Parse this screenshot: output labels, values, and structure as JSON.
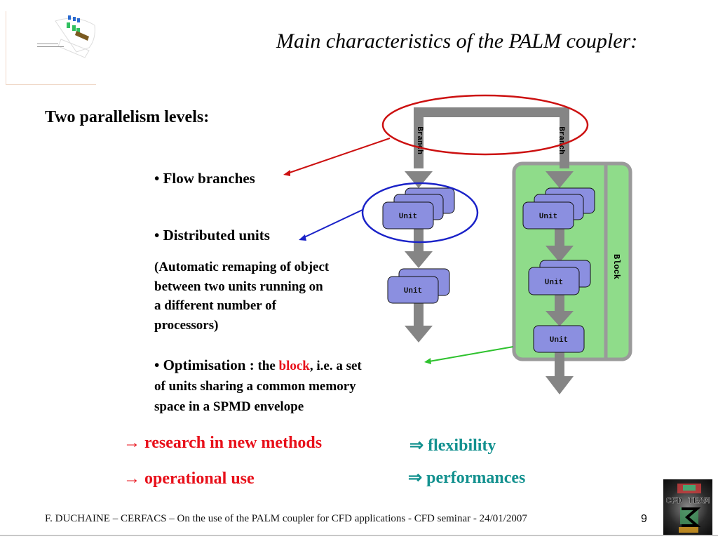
{
  "slide": {
    "title": "Main characteristics of the PALM coupler:",
    "subtitle": "Two parallelism levels:",
    "bullets": {
      "flow_branches": "• Flow branches",
      "distributed_units": "• Distributed units",
      "remap_note": [
        "(Automatic remaping of object",
        "between two units running on",
        "a different number of",
        "processors)"
      ],
      "optimisation": {
        "label": "• Optimisation :",
        "text_before": " the ",
        "highlight": "block",
        "text_after": ", i.e. a set",
        "line2": "of units sharing a common memory",
        "line3": "space in a SPMD envelope"
      }
    },
    "conclusions": {
      "left": [
        "→ research in new methods",
        "→ operational use"
      ],
      "right": [
        "⇒ flexibility",
        "⇒ performances"
      ]
    },
    "footer": "F. DUCHAINE – CERFACS – On the use of the PALM coupler for CFD applications - CFD seminar - 24/01/2007",
    "page_number": "9",
    "logo_label": "CFD TEAM"
  },
  "diagram": {
    "branch_label": "Branch",
    "unit_label": "Unit",
    "block_label": "Block",
    "colors": {
      "arrow": "#858585",
      "unit_fill": "#8b8fe0",
      "block_fill": "#8fdc8a",
      "block_border": "#9a9a9a",
      "red_annotation": "#cc1010",
      "blue_annotation": "#1a22c8",
      "green_annotation": "#2ec22e"
    }
  }
}
